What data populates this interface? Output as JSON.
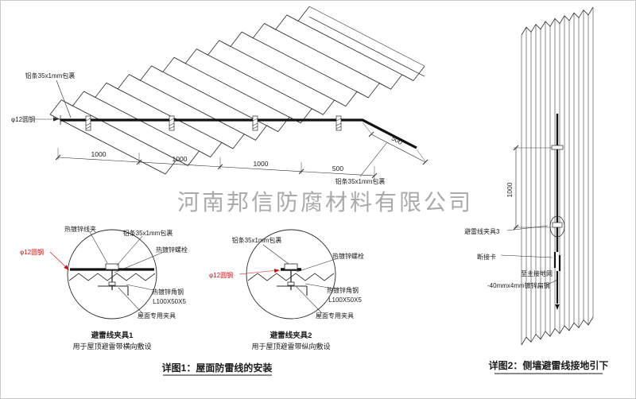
{
  "watermark": "河南邦信防腐材料有限公司",
  "roof": {
    "alu_label_top": "铝条35x1mm包裹",
    "alu_label_bottom": "铝条35x1mm包裹",
    "round_steel_label": "φ12圆钢",
    "dim_1": "1000",
    "dim_2": "1000",
    "dim_3": "1000",
    "dim_4": "500",
    "dim_side": "500"
  },
  "detail1": {
    "wire_clip": "热镀锌线夹",
    "alu": "铝条35x1mm包裹",
    "bolt": "热镀锌螺栓",
    "round_steel": "φ12圆钢",
    "angle_steel": "热镀锌角钢",
    "angle_spec": "L100X50X5",
    "roof_clamp": "屋面专用夹具",
    "title": "避雷线夹具1",
    "subtitle": "用于屋顶避雷带横向敷设"
  },
  "detail2": {
    "alu": "铝条35x1mm包裹",
    "bolt": "热镀锌螺栓",
    "round_steel": "φ12圆钢",
    "angle_steel": "热镀锌角钢",
    "angle_spec": "L100X50X5",
    "roof_clamp": "屋面专用夹具",
    "title": "避雷线夹具2",
    "subtitle": "用于屋顶避雷带纵向敷设"
  },
  "wall": {
    "dim": "1000",
    "clamp3": "避雷线夹具3",
    "disconnect": "断接卡",
    "to_ground": "至主接地网",
    "flat_steel": "-40mmx4mm镀锌扁钢"
  },
  "captions": {
    "detail1": "详图1：屋面防雷线的安装",
    "detail2": "详图2：侧墙避雷线接地引下"
  },
  "colors": {
    "line": "#2a2a2a",
    "red": "#cc1111",
    "watermark": "#9c9c9c"
  }
}
